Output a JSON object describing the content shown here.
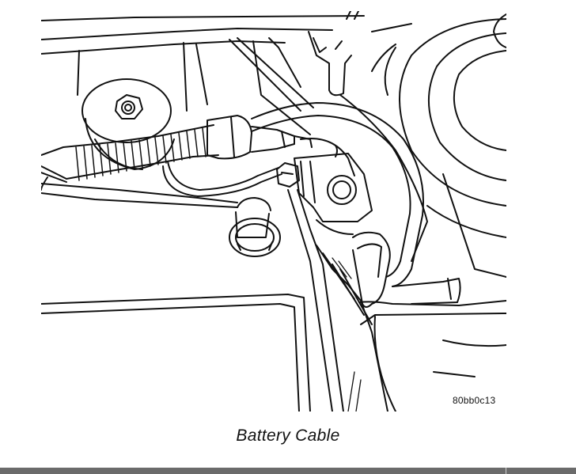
{
  "figure": {
    "code": "80bb0c13",
    "caption": "Battery Cable"
  },
  "illustration": {
    "subject": "battery-cable-engine-bay",
    "stroke_color": "#111111",
    "background_color": "#ffffff"
  },
  "footer": {
    "rule_color": "#6b6b6b"
  }
}
